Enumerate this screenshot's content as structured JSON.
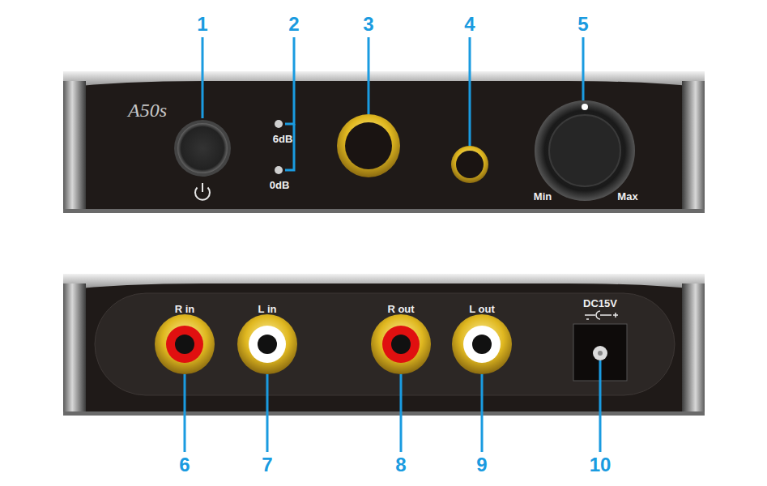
{
  "diagram": {
    "labels": [
      "1",
      "2",
      "3",
      "4",
      "5",
      "A50s",
      "6dB",
      "0dB",
      "Min",
      "Max",
      "R in",
      "L in",
      "R out",
      "L out",
      "DC15V",
      "6",
      "7",
      "8",
      "9",
      "10"
    ]
  }
}
